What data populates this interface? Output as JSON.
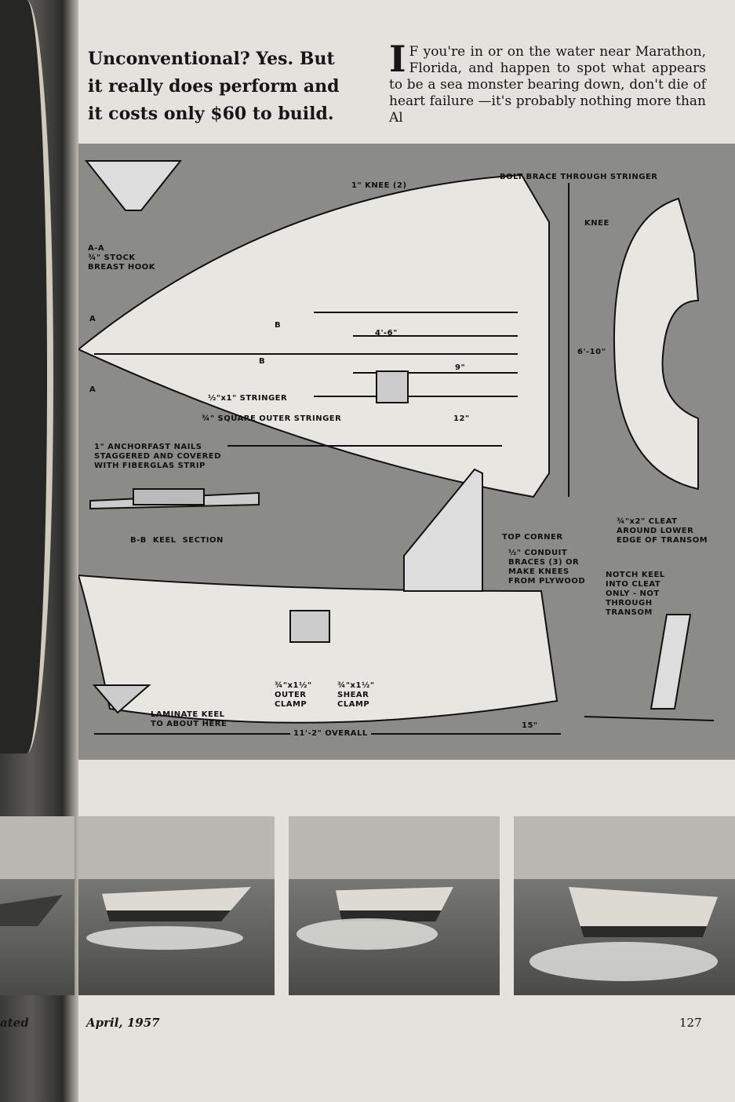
{
  "headline": "Unconventional? Yes. But it really does perform and it costs only $60 to build.",
  "body": {
    "dropcap": "I",
    "text": "F you're in or on the water near Marathon, Florida, and happen to spot what appears to be a sea monster bearing down, don't die of heart failure —it's probably nothing more than Al"
  },
  "diagram": {
    "labels": {
      "aa": "A-A\n¾\" STOCK\nBREAST HOOK",
      "knee_1in": "1\" KNEE (2)",
      "bolt_brace": "BOLT BRACE THROUGH STRINGER",
      "knee": "KNEE",
      "b_top": "B",
      "b_bottom": "B",
      "a_top": "A",
      "a_bottom": "A",
      "dim_4_6": "4'-6\"",
      "dim_6_10": "6'-10\"",
      "dim_9": "9\"",
      "dim_12": "12\"",
      "stringer": "½\"x1\" STRINGER",
      "outer_stringer": "¾\" SQUARE OUTER STRINGER",
      "nails": "1\" ANCHORFAST NAILS\nSTAGGERED AND COVERED\nWITH FIBERGLAS STRIP",
      "keel_section": "B-B  KEEL  SECTION",
      "outer_clamp": "¾\"x1½\"\nOUTER\nCLAMP",
      "shear_clamp": "¾\"x1½\"\nSHEAR\nCLAMP",
      "top_corner": "TOP CORNER",
      "conduit": "½\" CONDUIT\nBRACES (3) OR\nMAKE KNEES\nFROM PLYWOOD",
      "cleat": "¾\"x2\" CLEAT\nAROUND LOWER\nEDGE OF TRANSOM",
      "notch": "NOTCH KEEL\nINTO CLEAT\nONLY - NOT\nTHROUGH\nTRANSOM",
      "laminate": "LAMINATE KEEL\nTO ABOUT HERE",
      "overall": "11'-2\" OVERALL",
      "dim_15": "15\""
    }
  },
  "footer": {
    "left_page_fragment": "ated",
    "date": "April, 1957",
    "page_number": "127"
  }
}
